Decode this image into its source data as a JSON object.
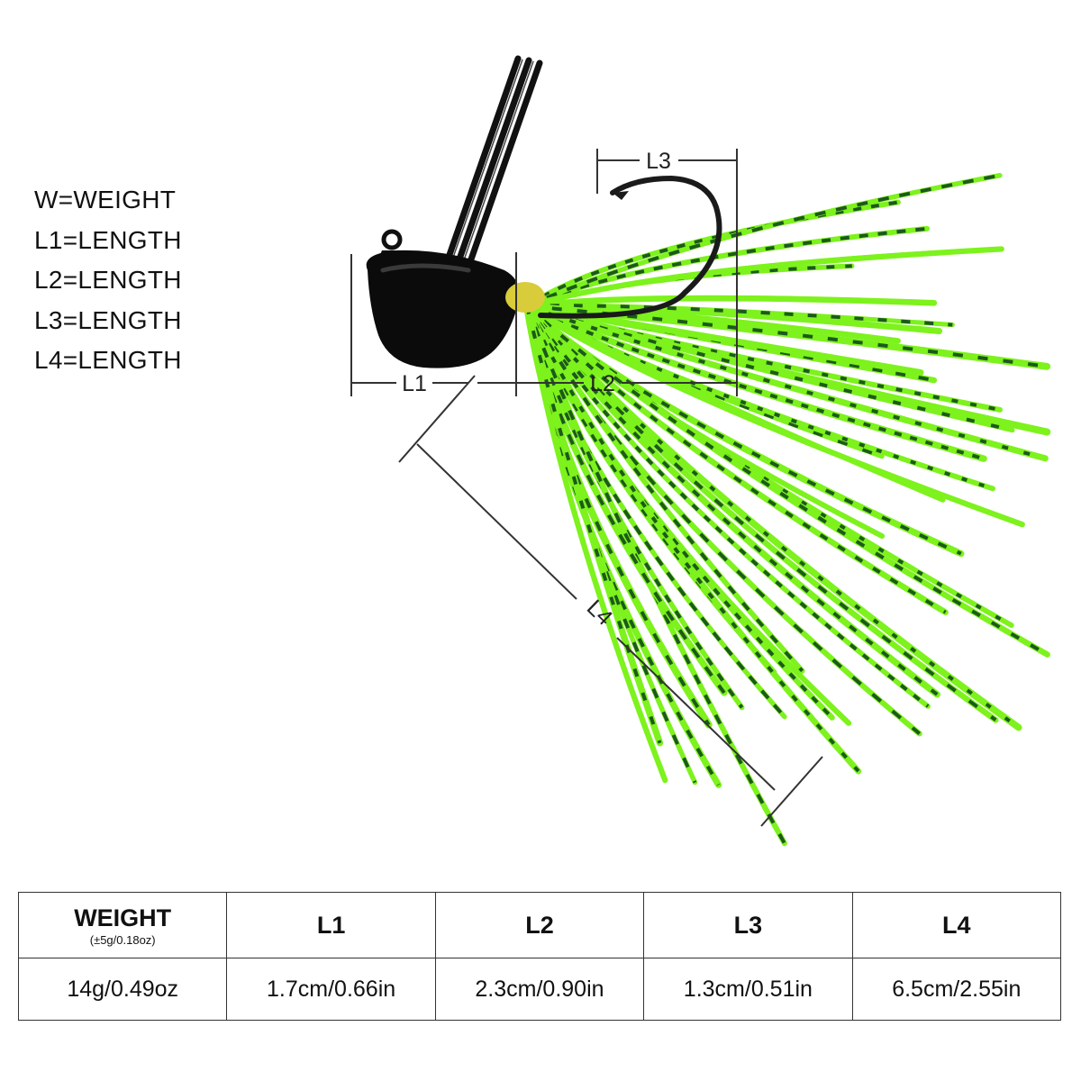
{
  "legend": [
    {
      "text": "W=WEIGHT"
    },
    {
      "text": "L1=LENGTH"
    },
    {
      "text": "L2=LENGTH"
    },
    {
      "text": "L3=LENGTH"
    },
    {
      "text": "L4=LENGTH"
    }
  ],
  "dimensions": {
    "l1": "L1",
    "l2": "L2",
    "l3": "L3",
    "l4": "L4"
  },
  "colors": {
    "skirt_green": "#7df21c",
    "skirt_speckle": "#1c5a1a",
    "jig_head": "#0b0b0b",
    "dimension_line": "#333333"
  },
  "table": {
    "headers": [
      {
        "label": "WEIGHT",
        "sub": "(±5g/0.18oz)"
      },
      {
        "label": "L1"
      },
      {
        "label": "L2"
      },
      {
        "label": "L3"
      },
      {
        "label": "L4"
      }
    ],
    "values": [
      "14g/0.49oz",
      "1.7cm/0.66in",
      "2.3cm/0.90in",
      "1.3cm/0.51in",
      "6.5cm/2.55in"
    ]
  }
}
